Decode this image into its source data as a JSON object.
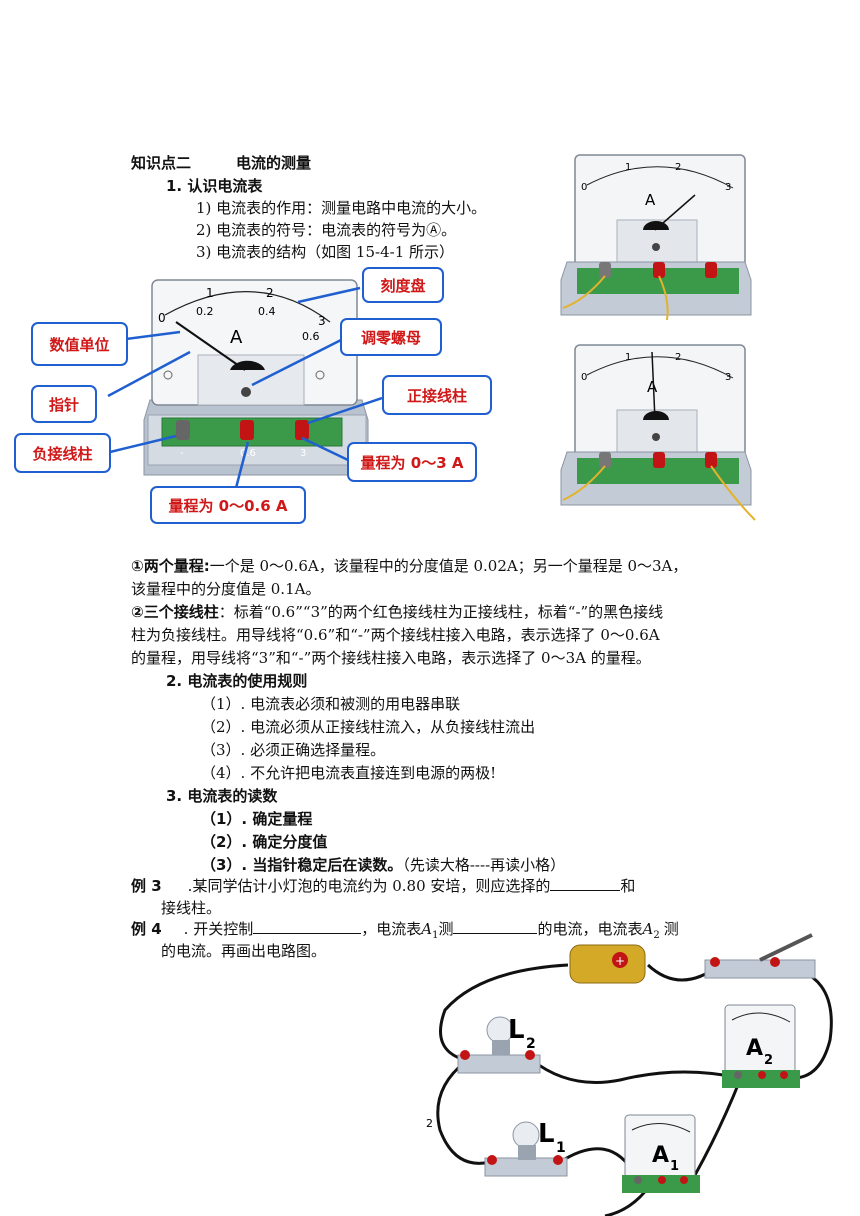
{
  "section": {
    "title": "知识点二",
    "subtitle": "电流的测量",
    "h1": "1.  认识电流表",
    "items1": [
      "1)  电流表的作用：测量电路中电流的大小。",
      "2)  电流表的符号：电流表的符号为Ⓐ。",
      "3)  电流表的结构（如图 15-4-1 所示）"
    ]
  },
  "meter": {
    "unit_symbol": "A",
    "scale_top": [
      "0",
      "1",
      "2",
      "3"
    ],
    "scale_bottom": [
      "0.2",
      "0.4",
      "0.6"
    ],
    "terminal_labels": [
      "-",
      "0.6",
      "3"
    ]
  },
  "callouts": {
    "dial": "刻度盘",
    "unit": "数值单位",
    "zero_nut": "调零螺母",
    "pointer": "指针",
    "pos_terminal": "正接线柱",
    "neg_terminal": "负接线柱",
    "range3": "量程为 0～3 A",
    "range06": "量程为 0～0.6 A"
  },
  "para1": {
    "lead": "①两个量程:",
    "line1": "一个是 0～0.6A，该量程中的分度值是 0.02A；另一个量程是 0～3A，",
    "line2": "该量程中的分度值是 0.1A。"
  },
  "para2": {
    "lead": "②三个接线柱",
    "line1": "：标着“0.6”“3”的两个红色接线柱为正接线柱，标着“-”的黑色接线",
    "line2": "柱为负接线柱。用导线将“0.6”和“-”两个接线柱接入电路，表示选择了 0～0.6A",
    "line3": "的量程，用导线将“3”和“-”两个接线柱接入电路，表示选择了 0～3A 的量程。"
  },
  "rules": {
    "h2": "2.  电流表的使用规则",
    "items": [
      "（1）. 电流表必须和被测的用电器串联",
      "（2）. 电流必须从正接线柱流入，从负接线柱流出",
      "（3）. 必须正确选择量程。",
      "（4）. 不允许把电流表直接连到电源的两极!"
    ]
  },
  "reading": {
    "h3": "3.  电流表的读数",
    "items": [
      "（1）. 确定量程",
      "（2）. 确定分度值"
    ],
    "item3_bold": "（3）. 当指针稳定后在读数。",
    "item3_normal": "（先读大格----再读小格）"
  },
  "ex3": {
    "label": "例 3",
    "text": ".某同学估计小灯泡的电流约为 0.80 安培，则应选择的",
    "tail": "和",
    "line2": "接线柱。"
  },
  "ex4": {
    "label": "例 4",
    "t1": ". 开关控制",
    "t2": "，电流表",
    "t3": "测",
    "t4": "的电流，电流表",
    "t5": "测",
    "line2": "的电流。再画出电路图。",
    "A": "A",
    "sub1": "1",
    "sub2": "2"
  },
  "circuit": {
    "L2": "L",
    "L2sub": "2",
    "L1": "L",
    "L1sub": "1",
    "A2": "A",
    "A2sub": "2",
    "A1": "A",
    "A1sub": "1",
    "side_num": "2"
  }
}
